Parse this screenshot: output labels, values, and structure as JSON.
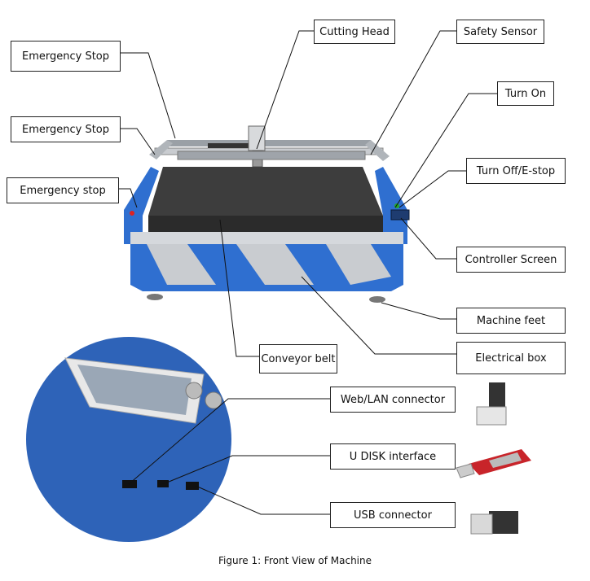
{
  "labels": {
    "cutting_head": "Cutting Head",
    "safety_sensor": "Safety Sensor",
    "emergency_stop_1": "Emergency Stop",
    "emergency_stop_2": "Emergency Stop",
    "emergency_stop_3": "Emergency stop",
    "turn_on": "Turn On",
    "turn_off": "Turn Off/E-stop",
    "controller_screen": "Controller Screen",
    "machine_feet": "Machine feet",
    "electrical_box": "Electrical box",
    "conveyor_belt": "Conveyor belt",
    "web_lan": "Web/LAN connector",
    "u_disk": "U DISK interface",
    "usb": "USB  connector"
  },
  "caption": "Figure 1: Front View of Machine",
  "colors": {
    "frame_blue": "#2f6fd0",
    "belt": "#3a3a3a",
    "steel": "#c9ccd0",
    "usb_drive_red": "#c8242a"
  }
}
